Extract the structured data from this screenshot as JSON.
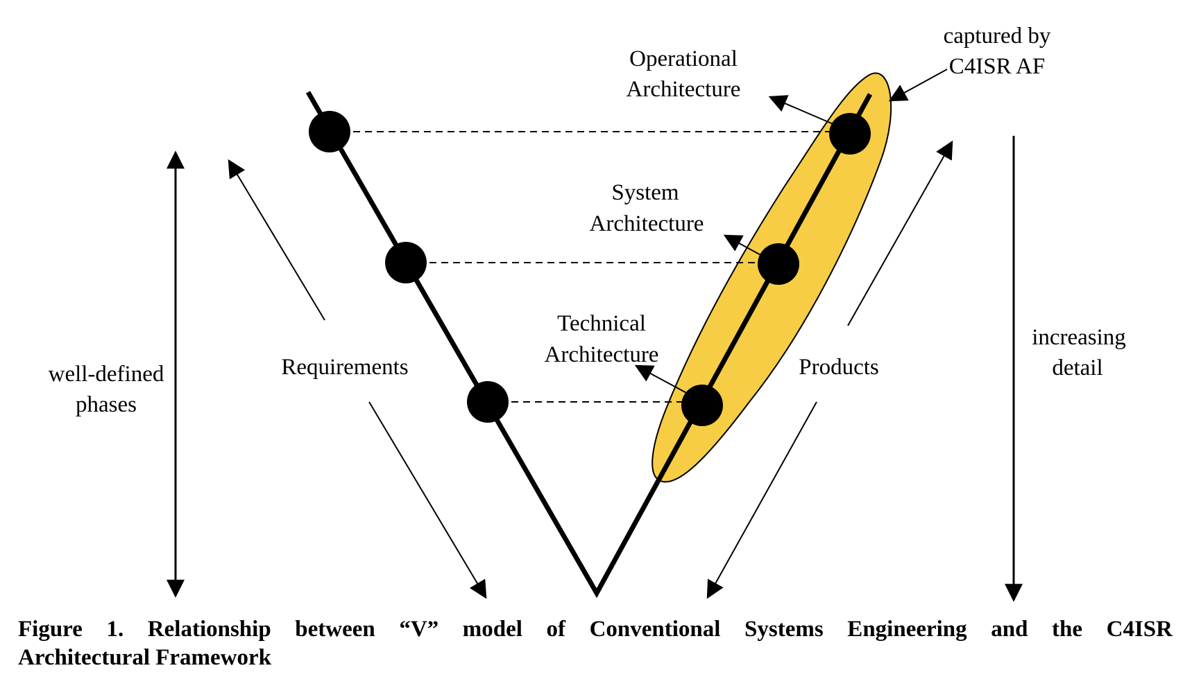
{
  "diagram": {
    "labels": {
      "operational_architecture": [
        "Operational",
        "Architecture"
      ],
      "system_architecture": [
        "System",
        "Architecture"
      ],
      "technical_architecture": [
        "Technical",
        "Architecture"
      ],
      "captured_by": [
        "captured by",
        "C4ISR AF"
      ],
      "requirements": "Requirements",
      "products": "Products",
      "well_defined_phases": [
        "well-defined",
        "phases"
      ],
      "increasing_detail": [
        "increasing",
        "detail"
      ]
    },
    "colors": {
      "highlight_fill": "#f6cd45",
      "line": "#000000"
    }
  },
  "caption": {
    "line1": "Figure 1. Relationship between “V” model of Conventional Systems Engineering and the C4ISR",
    "line2": "Architectural Framework"
  }
}
